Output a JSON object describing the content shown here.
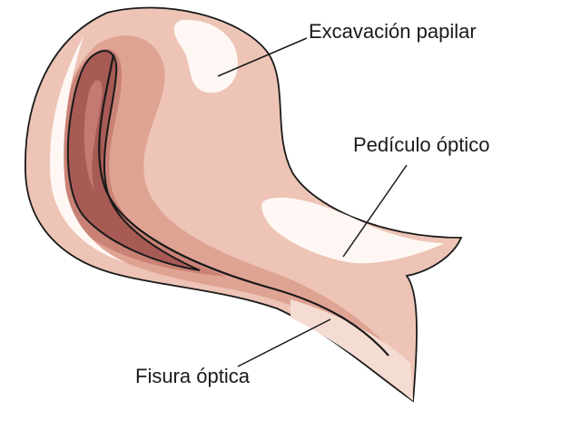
{
  "diagram": {
    "labels": {
      "excavacion_papilar": "Excavación papilar",
      "pediculo_optico": "Pedículo óptico",
      "fisura_optica": "Fisura óptica"
    },
    "colors": {
      "outline": "#1a1a1a",
      "outer_tissue": "#edc4b6",
      "mid_tissue": "#dfa394",
      "deep_tissue": "#c98275",
      "cavity": "#a85a55",
      "highlight": "#fff7f3",
      "background": "#ffffff"
    }
  }
}
